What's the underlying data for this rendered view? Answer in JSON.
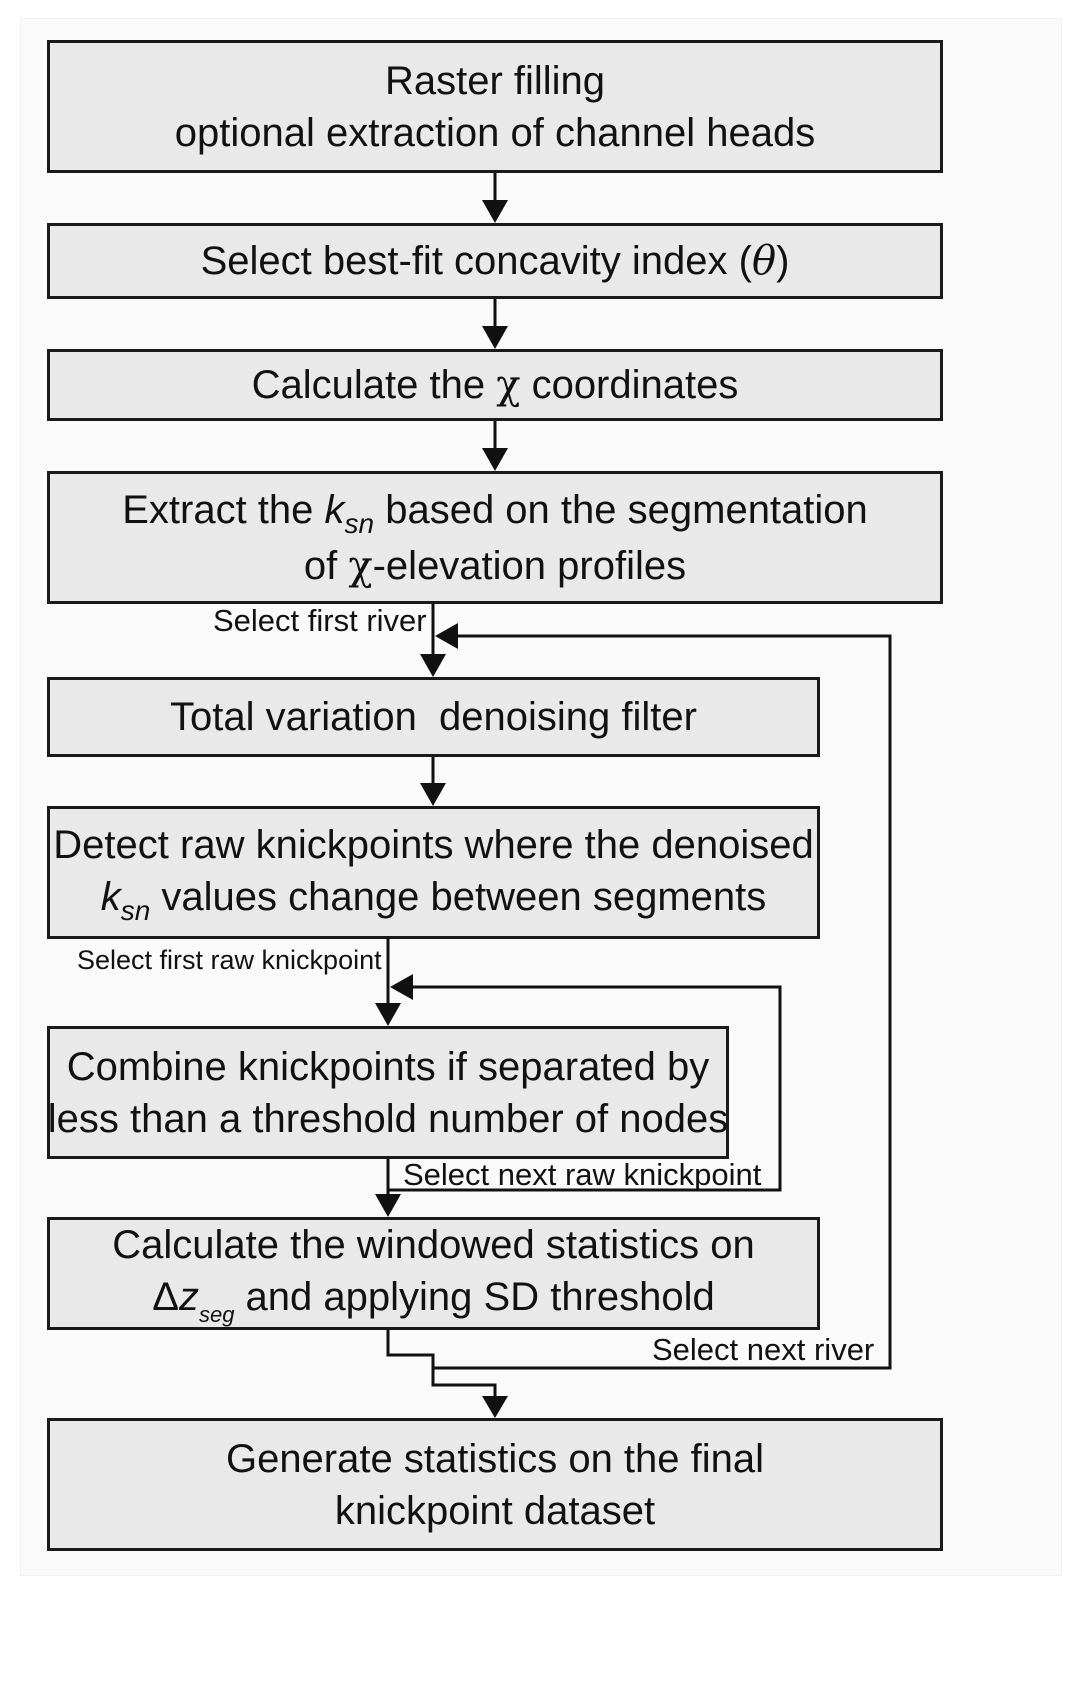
{
  "diagram": {
    "steps": {
      "raster": {
        "line1": "Raster filling",
        "line2": "optional extraction of channel heads"
      },
      "concavity": {
        "text": "Select best-fit concavity index (",
        "symbol": "θ",
        "close": ")"
      },
      "chi": {
        "pre": "Calculate the ",
        "symbol": "χ",
        "post": " coordinates"
      },
      "ksn": {
        "pre": "Extract the ",
        "k": "k",
        "sub": "sn",
        "post": " based on the segmentation",
        "line2_pre": "of ",
        "symbol": "χ",
        "line2_post": "-elevation profiles"
      },
      "denoise": {
        "text": "Total variation  denoising filter"
      },
      "detect": {
        "line1": "Detect raw knickpoints where the denoised",
        "k": "k",
        "sub": "sn",
        "line2_post": " values change between segments"
      },
      "combine": {
        "line1": "Combine knickpoints if separated by",
        "line2": "less than a threshold number of nodes"
      },
      "windowed": {
        "line1": "Calculate the windowed statistics on",
        "delta": "Δ",
        "z": "z",
        "sub": "seg",
        "line2_post": " and applying SD threshold"
      },
      "final": {
        "line1": "Generate statistics on the final",
        "line2": "knickpoint dataset"
      }
    },
    "labels": {
      "select_first_river": "Select first river",
      "select_first_raw": "Select first raw knickpoint",
      "select_next_raw": "Select next raw knickpoint",
      "select_next_river": "Select next river"
    }
  }
}
